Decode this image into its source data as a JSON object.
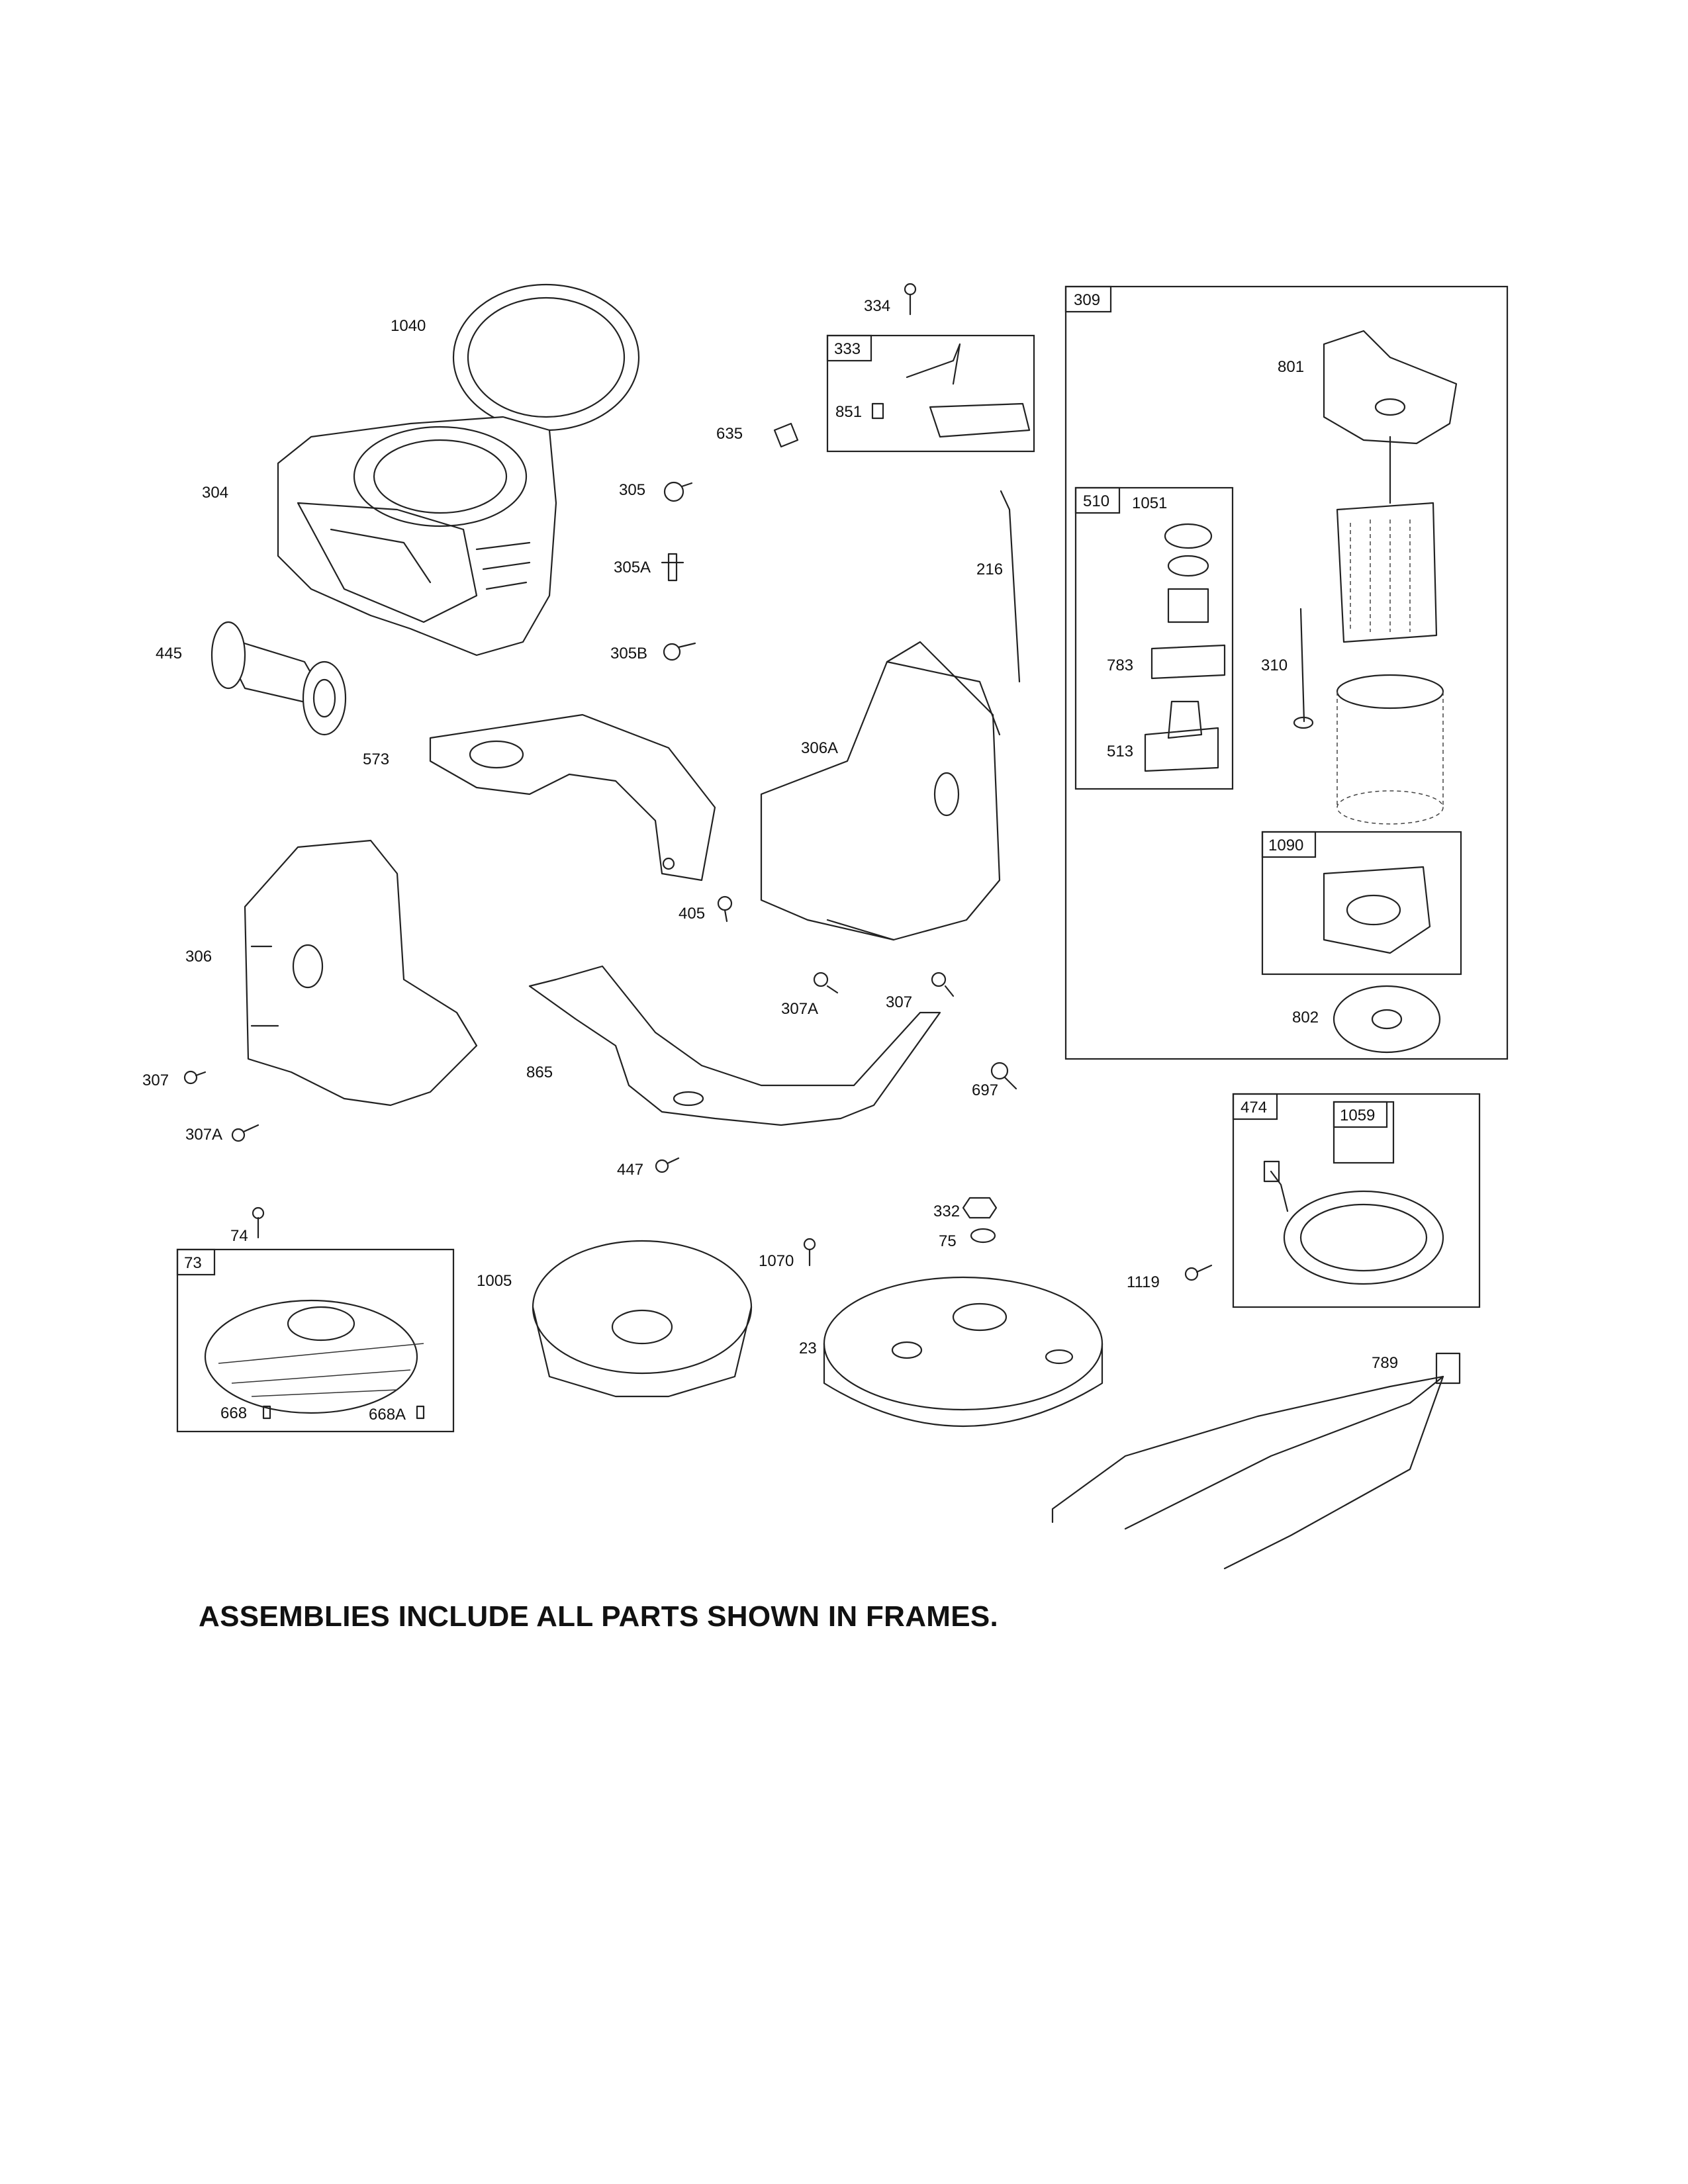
{
  "footnote": "ASSEMBLIES INCLUDE ALL PARTS SHOWN IN FRAMES.",
  "frames": {
    "f309": "309",
    "f333": "333",
    "f510": "510",
    "f1090": "1090",
    "f474": "474",
    "f1059": "1059",
    "f73": "73"
  },
  "callouts": {
    "c1040": "1040",
    "c334": "334",
    "c851": "851",
    "c635": "635",
    "c304": "304",
    "c305": "305",
    "c305A": "305A",
    "c305B": "305B",
    "c445": "445",
    "c573": "573",
    "c216": "216",
    "c306A": "306A",
    "c306": "306",
    "c405": "405",
    "c307A_mid": "307A",
    "c307_mid": "307",
    "c307_left": "307",
    "c307A_left": "307A",
    "c865": "865",
    "c697": "697",
    "c447": "447",
    "c801": "801",
    "c1051": "1051",
    "c783": "783",
    "c513": "513",
    "c310": "310",
    "c802": "802",
    "c74": "74",
    "c1005": "1005",
    "c1070": "1070",
    "c332": "332",
    "c75": "75",
    "c23": "23",
    "c1119": "1119",
    "c668": "668",
    "c668A": "668A",
    "c789": "789"
  }
}
